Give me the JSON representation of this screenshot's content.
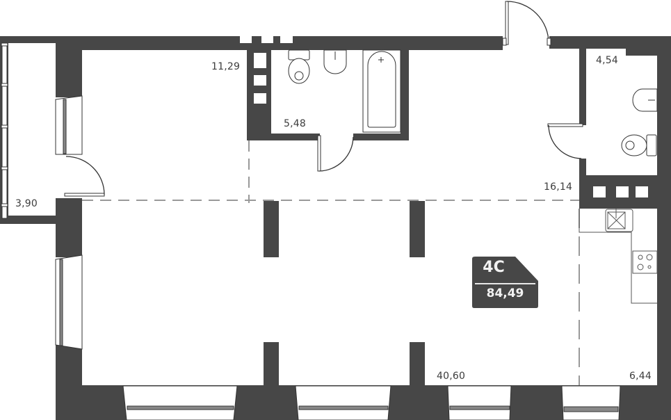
{
  "plan": {
    "apartment_type": "4С",
    "total_area": "84,49",
    "colors": {
      "wall": "#474747",
      "badge_bg": "#474747",
      "badge_text": "#f2f2f2",
      "dashed_line": "#999999",
      "label_text": "#3c3c3c"
    }
  },
  "rooms": [
    {
      "id": "balcony",
      "area": "3,90"
    },
    {
      "id": "bedroom",
      "area": "11,29"
    },
    {
      "id": "bathroom",
      "area": "5,48"
    },
    {
      "id": "toilet",
      "area": "4,54"
    },
    {
      "id": "hallway",
      "area": "16,14"
    },
    {
      "id": "living-room",
      "area": "40,60"
    },
    {
      "id": "kitchen",
      "area": "6,44"
    }
  ]
}
